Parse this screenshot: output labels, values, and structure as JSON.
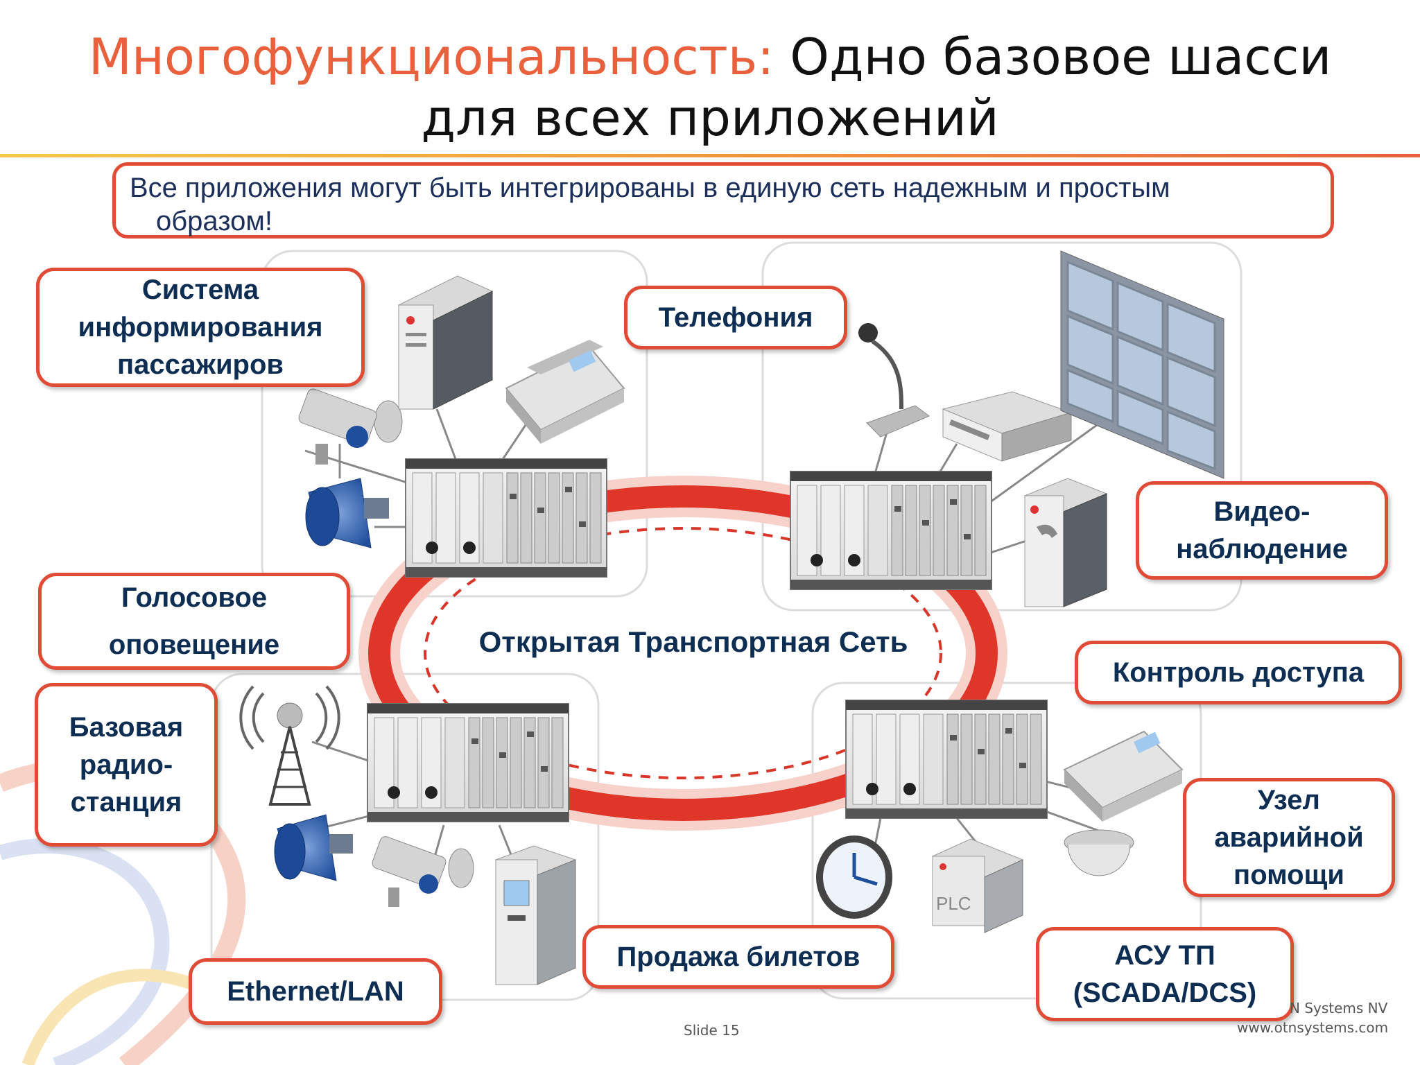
{
  "header": {
    "title_accent": "Многофункциональность:",
    "title_rest": " Одно базовое шасси",
    "title_line2": "для всех приложений"
  },
  "banner": {
    "line1": "Все приложения могут быть интегрированы в единую сеть надежным и простым",
    "line2": "образом!"
  },
  "labels": {
    "passenger_info": [
      "Система",
      "информирования",
      "пассажиров"
    ],
    "telephony": [
      "Телефония"
    ],
    "video": [
      "Видео-",
      "наблюдение"
    ],
    "voice_alert": [
      "Голосовое",
      "оповещение"
    ],
    "access_control": [
      "Контроль доступа"
    ],
    "radio_station": [
      "Базовая",
      "радио-",
      "станция"
    ],
    "emergency": [
      "Узел",
      "аварийной",
      "помощи"
    ],
    "ticket_sales": [
      "Продажа билетов"
    ],
    "ethernet": [
      "Ethernet/LAN"
    ],
    "scada": [
      "АСУ ТП",
      "(SCADA/DCS)"
    ]
  },
  "ring": {
    "title": "Открытая Транспортная Сеть"
  },
  "footer": {
    "slide": "Slide 15",
    "company": "N Systems NV",
    "website": "www.otnsystems.com"
  },
  "icons": {
    "plc_text": "PLC"
  },
  "colors": {
    "accent": "#e8603c",
    "label_border": "#e04b36",
    "label_text": "#0d2d52",
    "ring": "#e0362a"
  }
}
